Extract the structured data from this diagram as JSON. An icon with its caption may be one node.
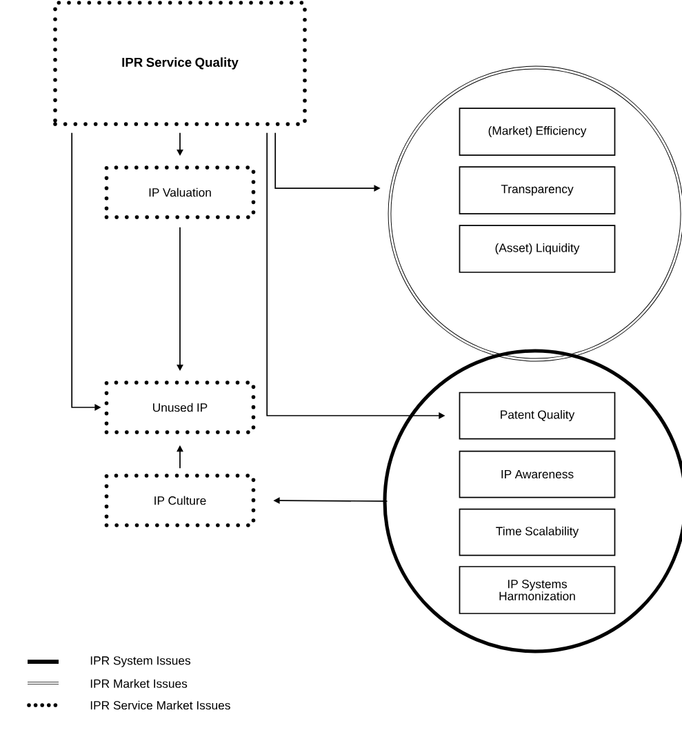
{
  "diagram": {
    "nodes": [
      {
        "text": [
          "IPR Service Quality"
        ]
      },
      {
        "text": [
          "IP Valuation"
        ]
      },
      {
        "text": [
          "Unused IP"
        ]
      },
      {
        "text": [
          "IP Culture"
        ]
      },
      {
        "text": [],
        "shape": "circle"
      },
      {
        "text": [
          "(Market) Efficiency"
        ],
        "in": 4
      },
      {
        "text": [
          "Transparency"
        ],
        "in": 4
      },
      {
        "text": [
          "(Asset) Liquidity"
        ],
        "in": 4
      },
      {
        "text": [],
        "shape": "circle"
      },
      {
        "text": [
          "Patent Quality"
        ],
        "in": 8
      },
      {
        "text": [
          "IP Awareness"
        ],
        "in": 8
      },
      {
        "text": [
          "Time Scalability"
        ],
        "in": 8
      },
      {
        "text": [
          "IP Systems Harmonization"
        ],
        "in": 8
      }
    ],
    "edges": [
      {
        "from": 0,
        "to": 1,
        "arrow": "to"
      },
      {
        "from": 1,
        "to": 2,
        "arrow": "to"
      },
      {
        "from": 0,
        "to": 2,
        "arrow": "to"
      },
      {
        "from": 0,
        "to": 4,
        "arrow": "to"
      },
      {
        "from": 0,
        "to": 9,
        "arrow": "to"
      },
      {
        "from": 8,
        "to": 3,
        "arrow": "to"
      },
      {
        "from": 3,
        "to": 2,
        "arrow": "to"
      }
    ],
    "legend": [
      {
        "text": "IPR System Issues"
      },
      {
        "text": "IPR Market Issues"
      },
      {
        "text": "IPR Service Market Issues"
      }
    ]
  }
}
